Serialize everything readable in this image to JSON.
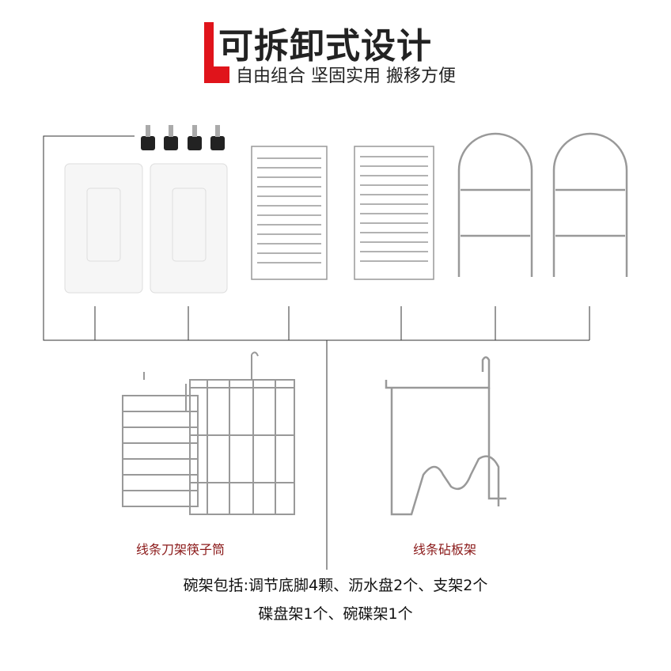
{
  "header": {
    "title": "可拆卸式设计",
    "subtitle": "自由组合 坚固实用 搬移方便",
    "accent_color": "#e0141b"
  },
  "parts": {
    "knife_holder_caption": "线条刀架筷子筒",
    "cutting_board_caption": "线条砧板架"
  },
  "description": {
    "line1": "碗架包括:调节底脚4颗、沥水盘2个、支架2个",
    "line2": "碟盘架1个、碗碟架1个"
  }
}
